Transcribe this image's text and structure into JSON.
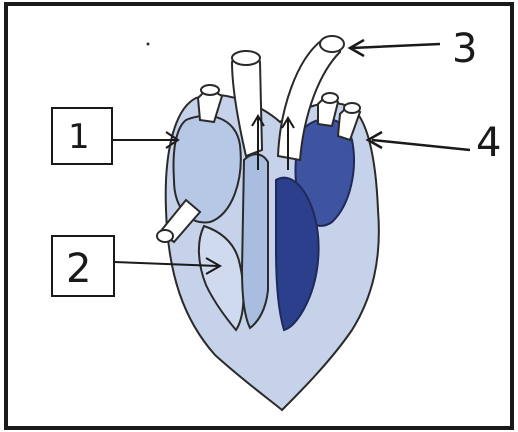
{
  "diagram": {
    "labels": [
      {
        "id": "1",
        "text": "1"
      },
      {
        "id": "2",
        "text": "2"
      },
      {
        "id": "3",
        "text": "3"
      },
      {
        "id": "4",
        "text": "4"
      }
    ]
  },
  "colors": {
    "frame": "#1a1a1a",
    "light_blue": "#b9c9e4",
    "mid_blue": "#9fb3db",
    "dark_blue": "#3b4f9c",
    "darker_blue": "#263a86",
    "vessel_fill": "#ffffff",
    "outline": "#2a2a2a"
  }
}
